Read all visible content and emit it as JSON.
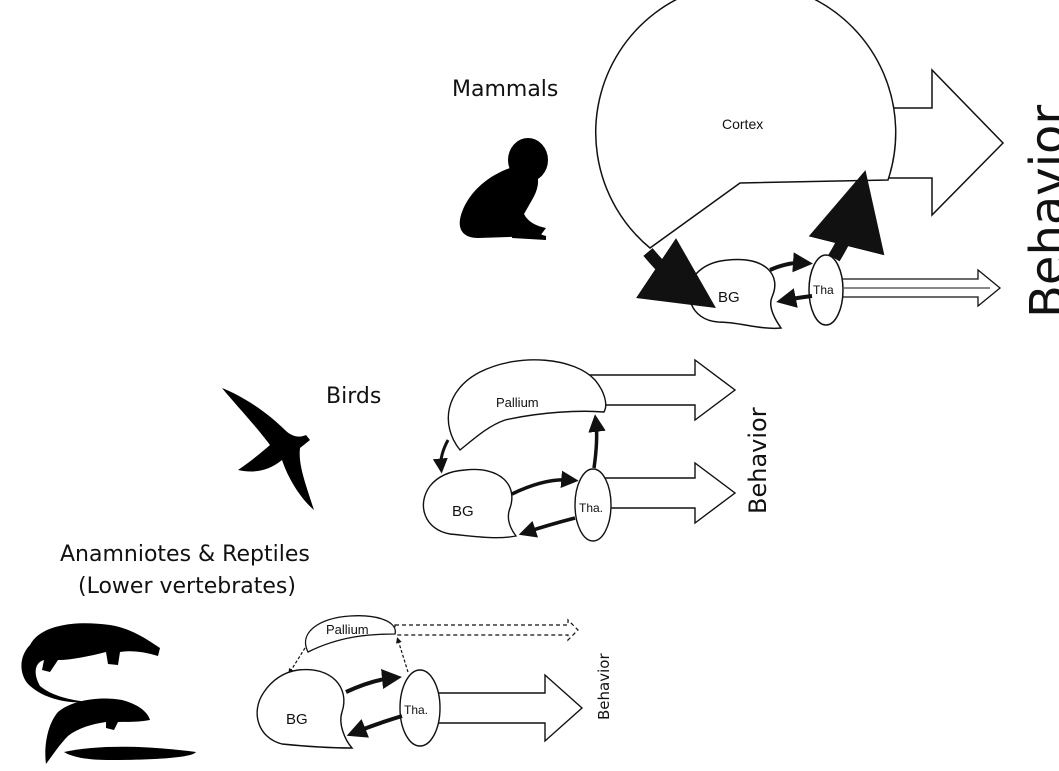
{
  "mammals": {
    "title": "Mammals",
    "cortex_label": "Cortex",
    "bg_label": "BG",
    "tha_label": "Tha",
    "behavior_label": "Behavior",
    "silhouette_icon": "monkey-silhouette-icon"
  },
  "birds": {
    "title": "Birds",
    "pallium_label": "Pallium",
    "bg_label": "BG",
    "tha_label": "Tha.",
    "behavior_label": "Behavior",
    "silhouette_icon": "bird-silhouette-icon"
  },
  "lower": {
    "title_line1": "Anamniotes & Reptiles",
    "title_line2": "(Lower vertebrates)",
    "pallium_label": "Pallium",
    "bg_label": "BG",
    "tha_label": "Tha.",
    "behavior_label": "Behavior",
    "silhouette_icons": [
      "lizard-silhouette-icon",
      "salamander-silhouette-icon",
      "eel-silhouette-icon"
    ]
  },
  "colors": {
    "stroke": "#111111",
    "fill": "#ffffff",
    "silhouette": "#000000"
  }
}
